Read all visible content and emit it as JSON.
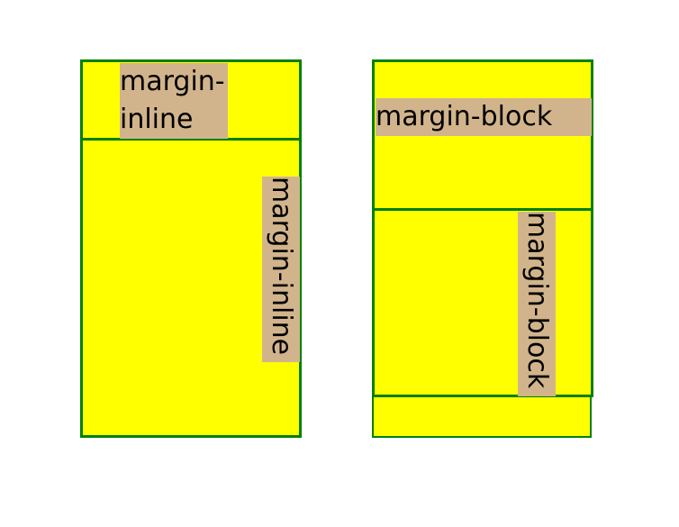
{
  "left": {
    "top_label_line1": "margin-",
    "top_label_line2": "inline",
    "bottom_vertical_label": "margin-inline"
  },
  "right": {
    "top_label": "margin-block",
    "bottom_vertical_label": "margin-block"
  },
  "colors": {
    "box_fill": "#ffff00",
    "text_bg": "#d2b48c",
    "border": "#008000"
  }
}
